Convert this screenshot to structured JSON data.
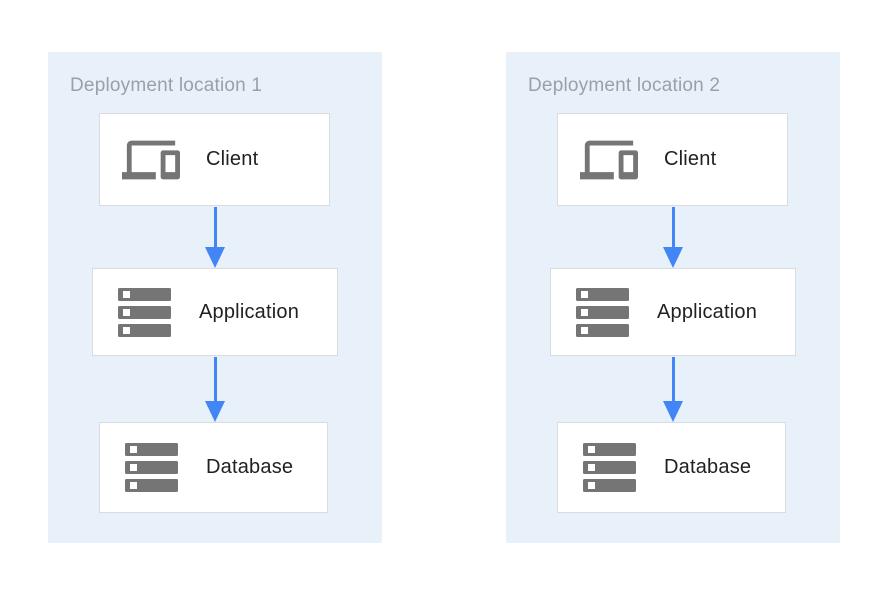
{
  "diagram": {
    "panels": [
      {
        "title": "Deployment location 1",
        "nodes": [
          {
            "label": "Client",
            "icon": "devices-icon"
          },
          {
            "label": "Application",
            "icon": "server-stack-icon"
          },
          {
            "label": "Database",
            "icon": "server-stack-icon"
          }
        ]
      },
      {
        "title": "Deployment location 2",
        "nodes": [
          {
            "label": "Client",
            "icon": "devices-icon"
          },
          {
            "label": "Application",
            "icon": "server-stack-icon"
          },
          {
            "label": "Database",
            "icon": "server-stack-icon"
          }
        ]
      }
    ],
    "colors": {
      "panel_background": "#E8F0FA",
      "node_background": "#FFFFFF",
      "node_border": "#D8DCE0",
      "arrow": "#4285F4",
      "icon": "#757575",
      "title_text": "#9AA0A6",
      "label_text": "#212121"
    }
  }
}
